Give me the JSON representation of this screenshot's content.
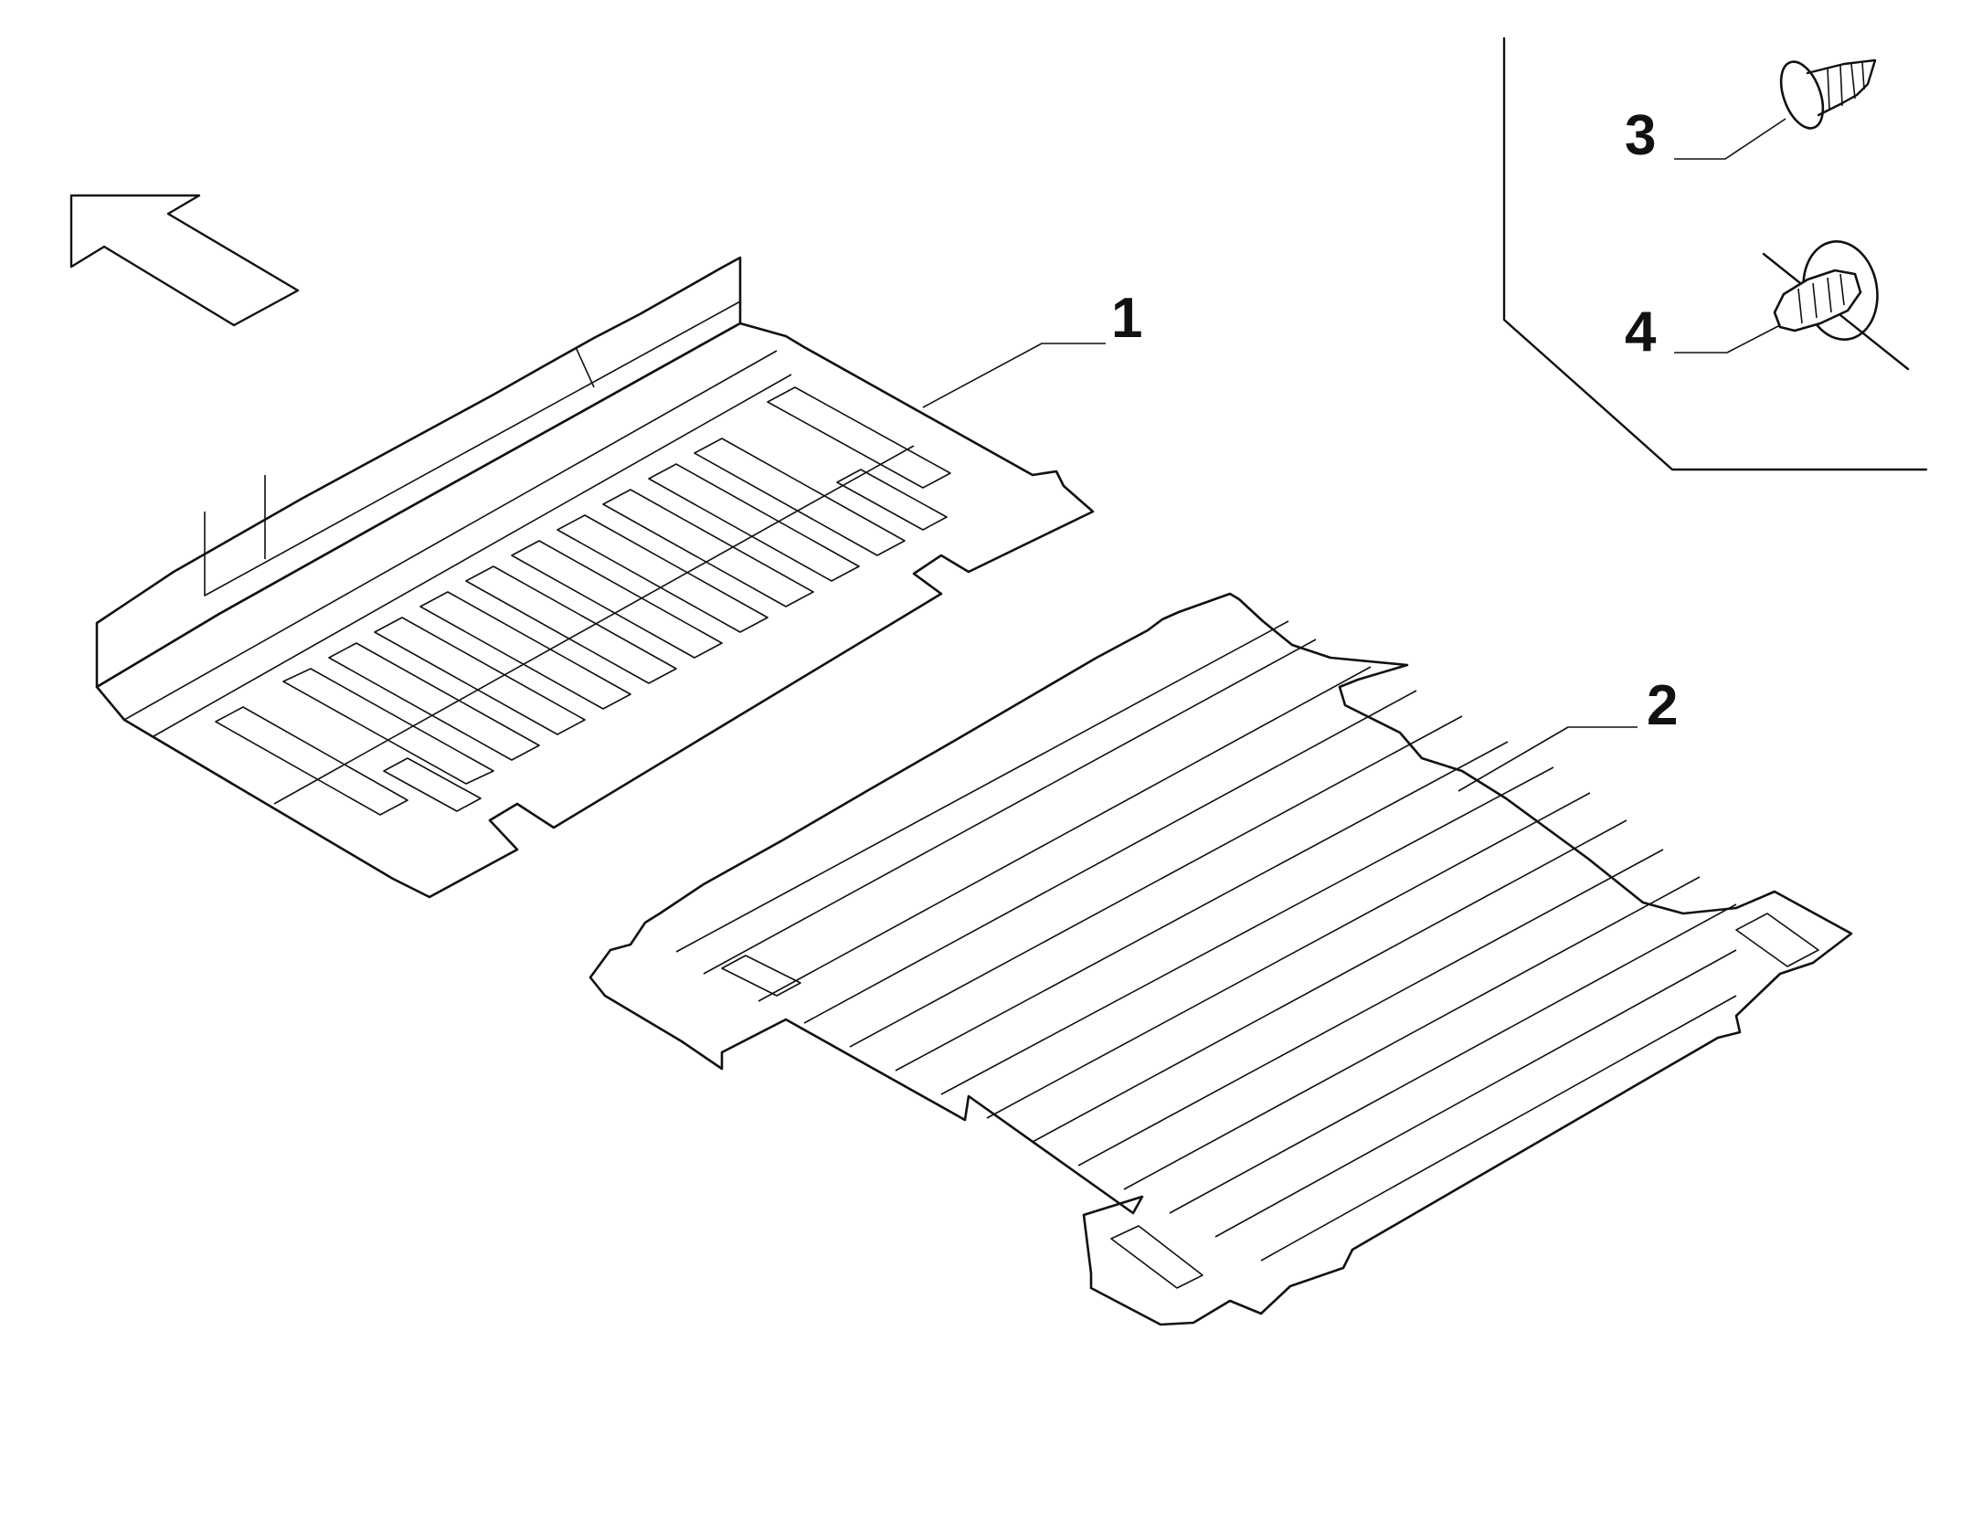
{
  "callouts": {
    "part_1": "1",
    "part_2": "2",
    "part_3": "3",
    "part_4": "4"
  },
  "icons": {
    "direction": "direction-arrow-icon",
    "screw": "screw-icon",
    "clip": "push-clip-icon"
  },
  "colors": {
    "line": "#111111",
    "background": "#ffffff"
  }
}
